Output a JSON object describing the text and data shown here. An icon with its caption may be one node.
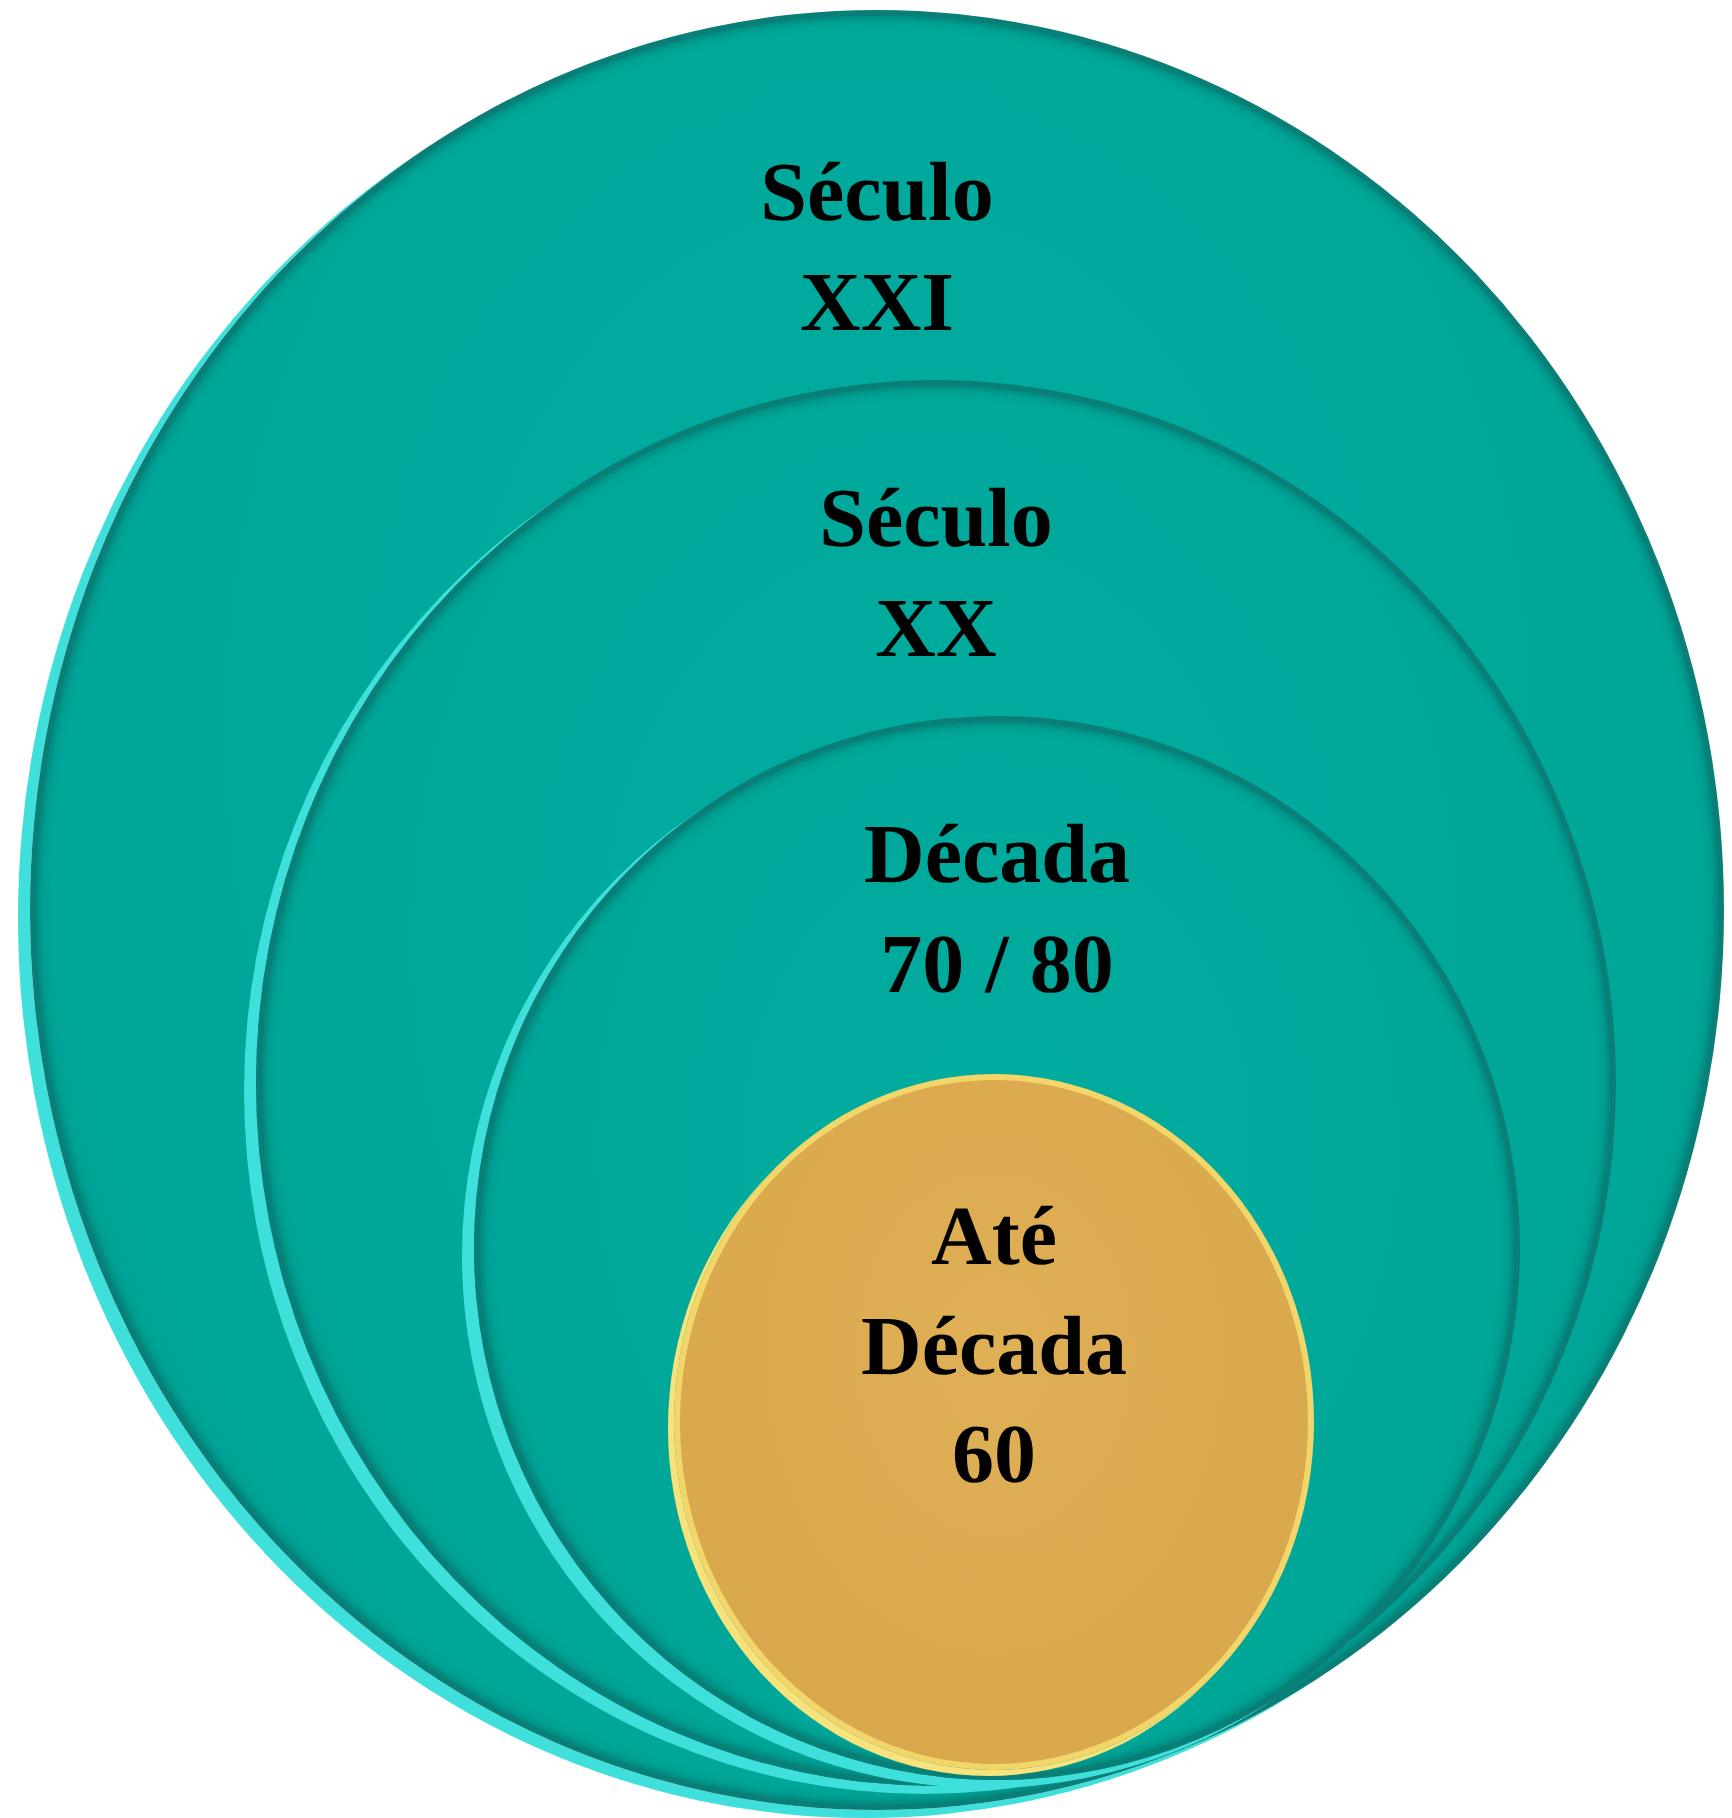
{
  "diagram": {
    "nodes": [
      {
        "text": [
          "Século XXI"
        ]
      },
      {
        "text": [
          "Século XX"
        ],
        "in": 0
      },
      {
        "text": [
          "Década 70 / 80"
        ],
        "in": 1
      },
      {
        "text": [
          "Até Década 60"
        ],
        "in": 2
      }
    ]
  }
}
